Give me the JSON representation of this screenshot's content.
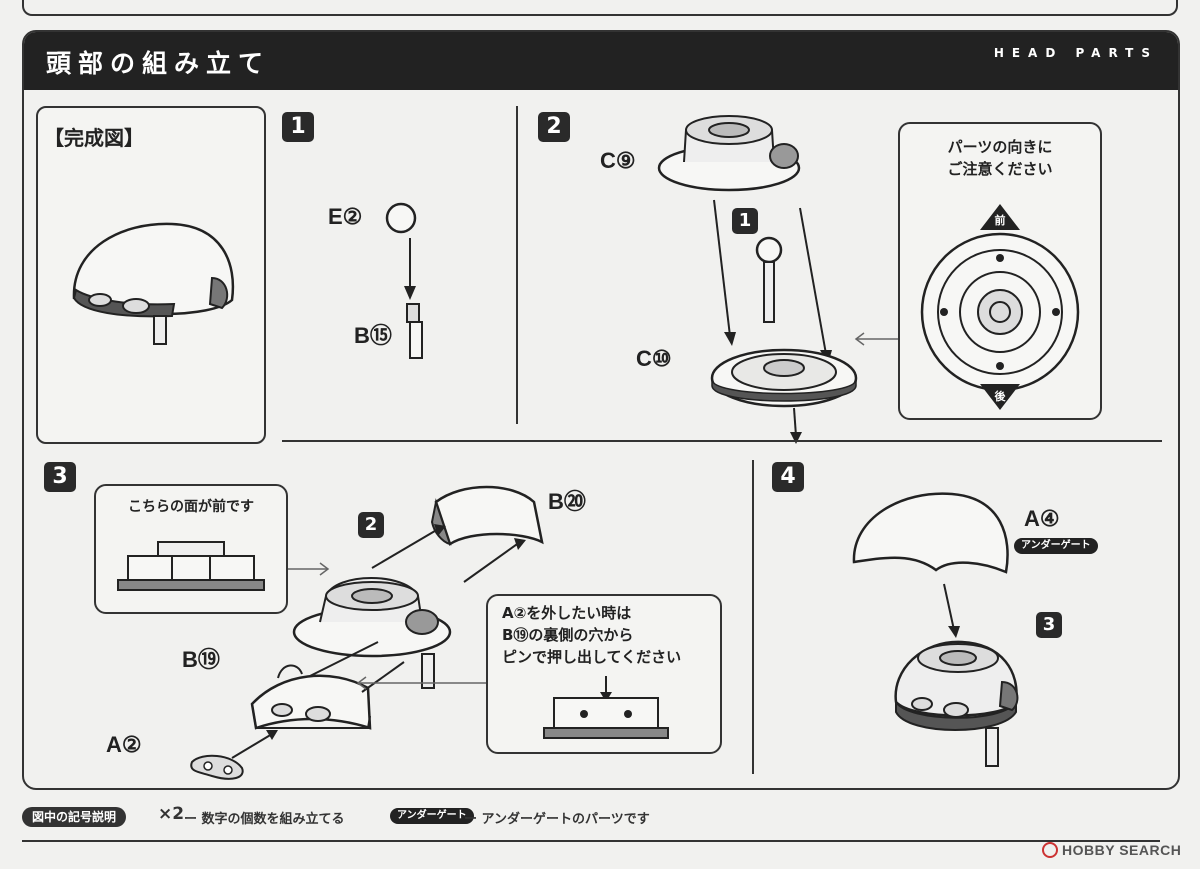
{
  "header": {
    "jp_title": "頭部の組み立て",
    "en_title": "HEAD PARTS"
  },
  "completed": {
    "label": "【完成図】"
  },
  "steps": {
    "s1": "1",
    "s2": "2",
    "s3": "3",
    "s4": "4"
  },
  "step1": {
    "part_top": "E②",
    "part_bottom": "B⑮"
  },
  "step2": {
    "part_top": "C⑨",
    "part_bottom": "C⑩",
    "ref": "1",
    "note": "パーツの向きに\nご注意ください",
    "front": "前",
    "back": "後"
  },
  "step3": {
    "front_note": "こちらの面が前です",
    "ref": "2",
    "part_b20": "B⑳",
    "part_b19": "B⑲",
    "part_a2": "A②",
    "remove_note": "A②を外したい時は\nB⑲の裏側の穴から\nピンで押し出してください"
  },
  "step4": {
    "part_a4": "A④",
    "under_gate": "アンダーゲート",
    "ref": "3"
  },
  "legend": {
    "pill": "図中の記号説明",
    "x2": "×2",
    "x2_desc": "ー 数字の個数を組み立てる",
    "under_pill": "アンダーゲート",
    "under_desc": "ー アンダーゲートのパーツです"
  },
  "watermark": {
    "text": "HOBBY SEARCH"
  }
}
